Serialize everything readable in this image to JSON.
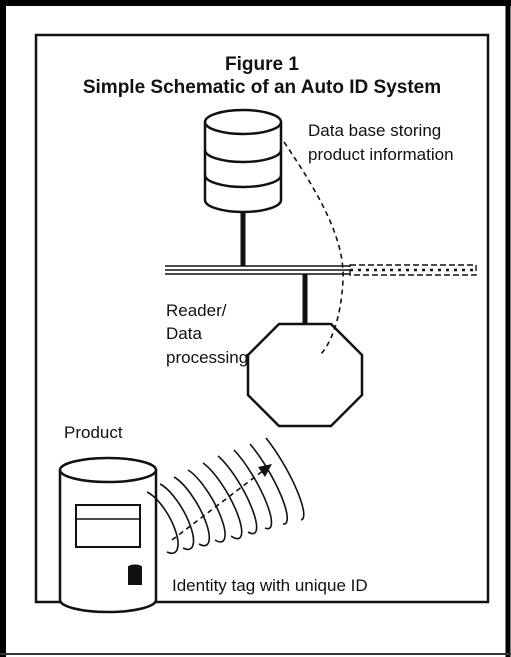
{
  "figure": {
    "number_label": "Figure 1",
    "title": "Simple Schematic of an Auto ID System"
  },
  "labels": {
    "database_line1": "Data base storing",
    "database_line2": "product information",
    "reader_line1": "Reader/",
    "reader_line2": "Data",
    "reader_line3": "processing",
    "product": "Product",
    "tag": "Identity tag with unique ID"
  },
  "icons": {
    "database": "database-cylinder-icon",
    "reader": "octagon-reader-icon",
    "product": "product-can-icon",
    "tag": "id-tag-icon",
    "radio_waves": "radio-wave-arcs"
  },
  "colors": {
    "ink": "#111111",
    "paper": "#ffffff"
  }
}
